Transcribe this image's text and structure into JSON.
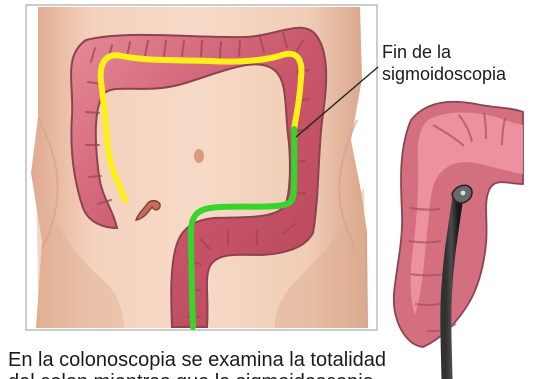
{
  "annotations": {
    "endpoint_label_line1": "Fin de la",
    "endpoint_label_line2": "sigmoidoscopia"
  },
  "caption": {
    "line1": "En la colonoscopia se examina la totalidad",
    "line2_partial": "del colon mientras que la sigmoidoscopia"
  },
  "colors": {
    "colonoscopy_path": "#ffef1a",
    "sigmoidoscopy_path": "#37d42b",
    "colon_tissue": "#cf5b6f",
    "skin": "#f0c7ad"
  }
}
